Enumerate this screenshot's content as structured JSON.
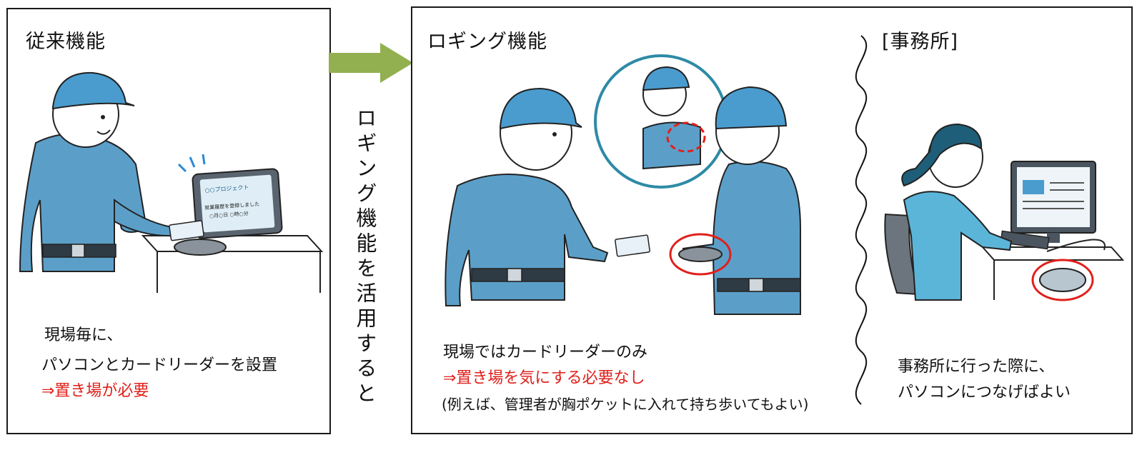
{
  "left_panel": {
    "title": "従来機能",
    "lines": [
      "現場毎に、",
      "パソコンとカードリーダーを設置"
    ],
    "red_line": "⇒置き場が必要",
    "screen_header": "○○プロジェクト",
    "screen_line1": "就業履歴を登録しました",
    "screen_line2": "○月○日 ○時○分"
  },
  "connector": {
    "vertical_text": "ロギング機能を活用すると",
    "arrow_color": "#92b050"
  },
  "right_panel": {
    "title": "ロギング機能",
    "line1": "現場ではカードリーダーのみ",
    "red_line": "⇒置き場を気にする必要なし",
    "note": "(例えば、管理者が胸ポケットに入れて持ち歩いてもよい)"
  },
  "office": {
    "title": "[事務所]",
    "lines": [
      "事務所に行った際に、",
      "パソコンにつなげばよい"
    ]
  },
  "colors": {
    "uniform": "#5b9fc9",
    "helmet": "#4a9ccf",
    "highlight_red": "#e0201b",
    "inset_circle": "#2e8aa6"
  }
}
